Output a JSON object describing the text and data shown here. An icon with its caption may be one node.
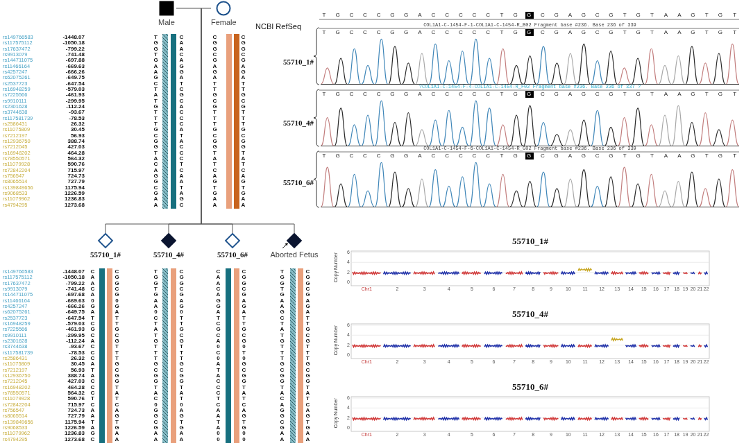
{
  "diagram": {
    "nodes": [
      {
        "text": [
          "Male"
        ]
      },
      {
        "text": [
          "Female"
        ]
      },
      {
        "text": [
          "55710_1#"
        ]
      },
      {
        "text": [
          "55710_4#"
        ]
      },
      {
        "text": [
          "55710_6#"
        ]
      },
      {
        "text": [
          "Aborted Fetus"
        ]
      }
    ],
    "edges": [
      {
        "from": 0,
        "to": 1,
        "arrow": "none"
      },
      {
        "from": null,
        "to": 2,
        "arrow": "none"
      },
      {
        "from": null,
        "to": 3,
        "arrow": "none"
      },
      {
        "from": null,
        "to": 4,
        "arrow": "none"
      },
      {
        "from": null,
        "to": 5,
        "arrow": "none"
      }
    ],
    "labels": [
      "rs149766583 rs117575112 rs17637472 rs9913079 rs144711075 rs11466164 rs4257247 rs62075261 rs2537723 rs16948259 rs7225566 rs9910111 rs2301628 rs3744638 rs117581739",
      "rs2586431 rs11075809 rs7212197 rs12936750 rs7212045 rs16948202 rs78550571 rs11079928 rs72842204 rs756547 rs8065514 rs139849656 rs9068533 rs11079962 rs4794295",
      "-1448.07 -1050.18 -799.22 -741.48 -697.88 -669.63 -666.26 -649.75 -647.54 -579.03 -461.93 -299.95 -112.24 -93.67 -78.53 26.32 30.45 56.93 388.74 427.03 464.28 564.32 590.76 715.97 724.73 727.79 1175.94 1226.59 1236.83 1273.68",
      "T G G T G A A G C T A T G T T T G C G G T A C A G G C G A A",
      "C A A C A G G A T C G C A C C C A T A C C C T C A A T A G C",
      "C G G C G A G A T T G C G T T T G C G G T A T C A G T G A A",
      "C G G C G A G A T T G C G T T T G C G G T A T C A G T G A A",
      "NCBI RefSeq",
      "T G C C C G G A C C C C C T G G C G A G C G T G T A A G T G T",
      "COL1A1-C-1454-F-1-COL1A1-C-1454-R_B02 Fragment base #236. Base 236 of 339",
      "T G C C C G G A C C C C C T G G C G A G C G T G T A A G T G T",
      "55710_1#",
      "?COL1A1-C-1454-F-4-COL1A1-C-1454-R_F02 Fragment base #236. Base 236 of 337 ?",
      "T G C C C G G A C C C C C T G G C G A G C G T G T A A G T G T",
      "55710_4#",
      "COL1A1-C-1454-F-6-COL1A1-C-1454-R_G02 Fragment base #236. Base 236 of 339",
      "T G C C C G G A C C C C C T G G C G A G C G T G T A A G T G T",
      "55710_6#",
      "rs149766583 rs117575112 rs17637472 rs9913079 rs144711075 rs11466164 rs4257247 rs62075261 rs2537723 rs16948259 rs7225566 rs9910111 rs2301628 rs3744638 rs117581739",
      "rs2586431 rs11075809 rs7212197 rs12936750 rs7212045 rs16948202 rs78550571 rs11079928 rs72842204 rs756547 rs8065514 rs139849656 rs9068533 rs11079962 rs4794295",
      "-1448.07 -1050.18 -799.22 -741.48 -697.68 -669.63 -666.26 -649.75 -647.54 -579.03 -461.93 -299.95 -112.24 -93.67 -78.53 26.32 30.45 56.93 388.74 427.03 464.28 564.32 590.76 715.97 724.73 727.79 1175.94 1226.59 1236.83 1273.68",
      "C A A C A 0 G A T C G C A C C C A T A C C C T C A A T A G C",
      "C G G C G 0 G A T T G C G T T T G C G G T A T C A G T G A A",
      "T G G T G A A 0 C T A T G T T T G C G G T A C 0 G G C G A A",
      "C G G C G A G 0 T T G C G T T T G C G G T A T 0 A G T G A A",
      "C A A C A G G A T C G C A 0 C 0 A T A C C C T C A A T A 0 0",
      "C G G C G A G A T T G C G 0 T 0 G C G G T A T C A G T G 0 0",
      "T G G T G A A G C T A T G T T T G C G G T A C A G G C G A A",
      "C G G C G A G A T T G C G T T T G C G G T A T C A G T G A A",
      "55710_1#",
      "Copy Number",
      "6",
      "4",
      "2",
      "0",
      "Chr1",
      "2",
      "3",
      "4",
      "5",
      "6",
      "7",
      "8",
      "9",
      "10",
      "11",
      "12",
      "13",
      "14",
      "15",
      "16",
      "17",
      "18",
      "19",
      "20",
      "21",
      "22",
      "55710_4#",
      "Copy Number",
      "6",
      "4",
      "2",
      "0",
      "Chr1",
      "2",
      "3",
      "4",
      "5",
      "6",
      "7",
      "8",
      "9",
      "10",
      "11",
      "12",
      "13",
      "14",
      "15",
      "16",
      "17",
      "18",
      "19",
      "20",
      "21",
      "22",
      "55710_6#",
      "Copy Number",
      "6",
      "4",
      "2",
      "0",
      "Chr1",
      "2",
      "3",
      "4",
      "5",
      "6",
      "7",
      "8",
      "9",
      "10",
      "11",
      "12",
      "13",
      "14",
      "15",
      "16",
      "17",
      "18",
      "19",
      "20",
      "21",
      "22"
    ]
  }
}
